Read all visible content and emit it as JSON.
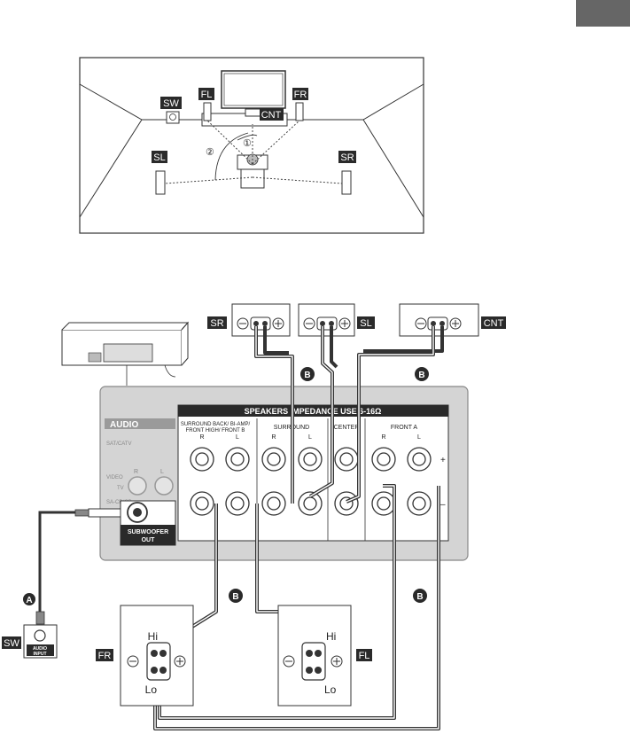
{
  "layout_diagram": {
    "speaker_labels": {
      "sw": "SW",
      "fl": "FL",
      "fr": "FR",
      "cnt": "CNT",
      "sl": "SL",
      "sr": "SR"
    },
    "angle_markers": {
      "one": "①",
      "two": "②"
    }
  },
  "connection_diagram": {
    "speaker_labels": {
      "sr": "SR",
      "sl": "SL",
      "cnt": "CNT",
      "sw": "SW",
      "fr": "FR",
      "fl": "FL"
    },
    "cable_markers": {
      "a": "A",
      "b": "B"
    },
    "panel": {
      "audio_header": "AUDIO",
      "audio_sub": [
        "SAT/CATV",
        "VIDEO",
        "TV",
        "SA-CD/CD"
      ],
      "audio_rl": {
        "r": "R",
        "l": "L"
      },
      "subwoofer_out": [
        "SUBWOOFER",
        "OUT"
      ],
      "speakers_header": "SPEAKERS IMPEDANCE USE 6-16Ω",
      "groups": [
        "SURROUND BACK/ BI-AMP/",
        "FRONT HIGH/ FRONT B",
        "SURROUND",
        "CENTER",
        "FRONT A"
      ],
      "rl": {
        "r": "R",
        "l": "L"
      },
      "plus": "+",
      "minus": "–"
    },
    "subwoofer_input": [
      "AUDIO",
      "INPUT"
    ],
    "hi_lo": {
      "hi": "Hi",
      "lo": "Lo"
    }
  },
  "colors": {
    "panel_bg": "#d4d4d4",
    "dark_label": "#2a2a2a",
    "cable": "#333333"
  }
}
